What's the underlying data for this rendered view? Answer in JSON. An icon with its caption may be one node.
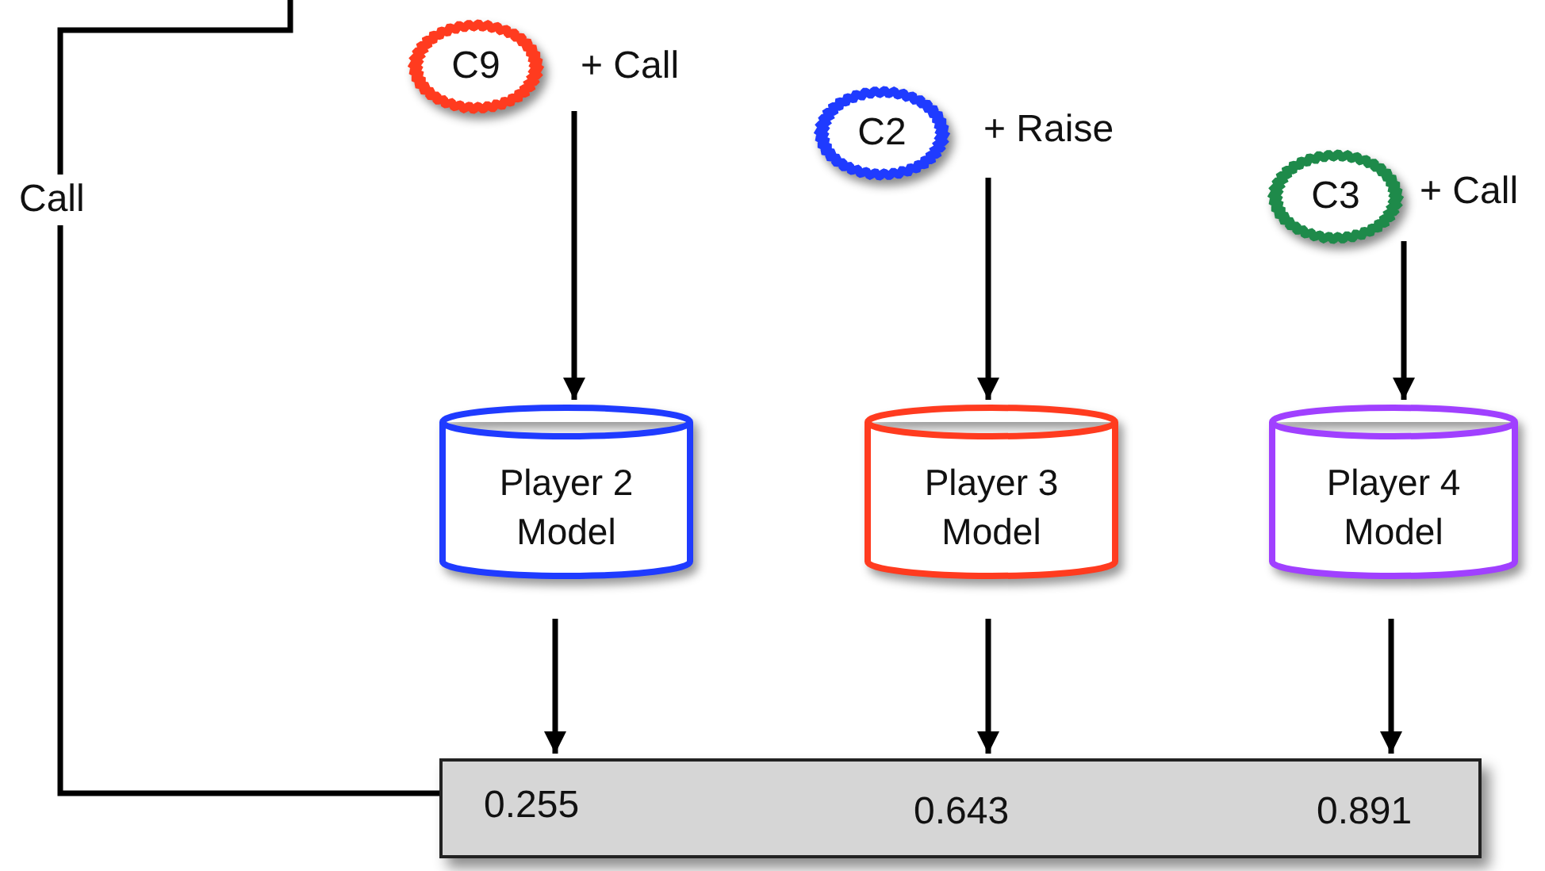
{
  "diagram": {
    "nodes": [
      {
        "text": [
          "C9"
        ],
        "beside": [
          "+ Call"
        ]
      },
      {
        "text": [
          "C2"
        ],
        "beside": [
          "+ Raise"
        ]
      },
      {
        "text": [
          "C3"
        ],
        "beside": [
          "+ Call"
        ]
      },
      {
        "text": [
          "Player 2 Model"
        ]
      },
      {
        "text": [
          "Player 3 Model"
        ]
      },
      {
        "text": [
          "Player 4 Model"
        ]
      },
      {
        "text": [
          "0.255",
          "0.643",
          "0.891"
        ]
      }
    ],
    "edges": [
      {
        "from": 0,
        "to": 3,
        "arrow": "to"
      },
      {
        "from": 1,
        "to": 4,
        "arrow": "to"
      },
      {
        "from": 2,
        "to": 5,
        "arrow": "to"
      },
      {
        "from": 3,
        "to": 6,
        "arrow": "to"
      },
      {
        "from": 4,
        "to": 6,
        "arrow": "to"
      },
      {
        "from": 5,
        "to": 6,
        "arrow": "to"
      },
      {
        "from": null,
        "to": 6,
        "arrow": "none",
        "label": "Call"
      }
    ]
  }
}
